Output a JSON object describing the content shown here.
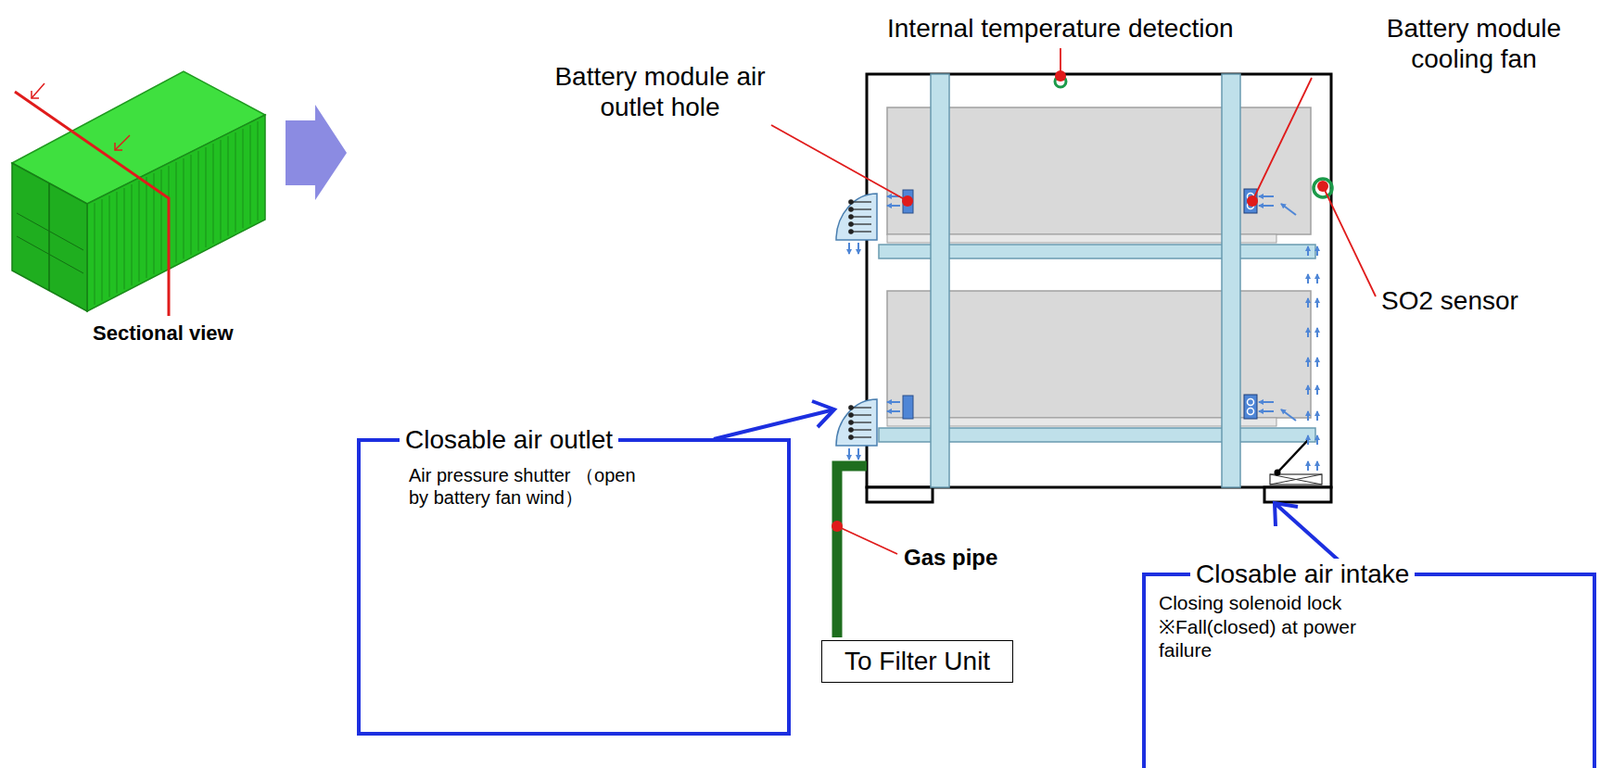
{
  "diagram": {
    "nodes": [
      {
        "text": [
          "Closable air outlet",
          "Air pressure shutter （open by battery fan wind）"
        ]
      },
      {
        "text": [
          "To Filter Unit"
        ]
      },
      {
        "text": [
          "Closable air intake",
          "Closing solenoid lock ※Fall(closed) at power failure"
        ]
      }
    ],
    "labels": [
      "Sectional view",
      "Internal temperature detection",
      "Battery module air outlet hole",
      "Battery module cooling fan",
      "SO2 sensor",
      "Gas pipe"
    ]
  }
}
